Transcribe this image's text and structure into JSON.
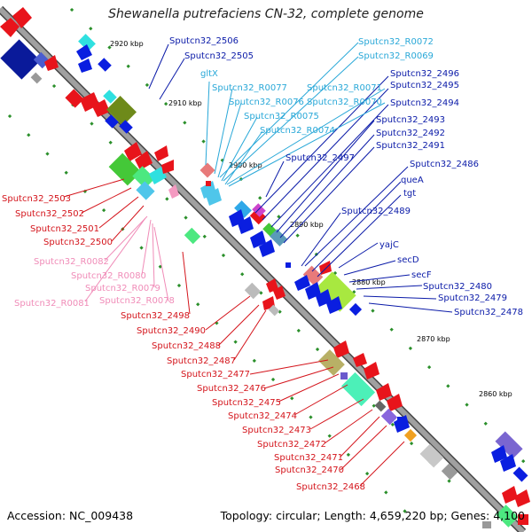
{
  "title": "Shewanella putrefaciens CN-32, complete genome",
  "footer": {
    "accession": "Accession: NC_009438",
    "summary": "Topology: circular; Length: 4,659,220 bp; Genes: 4,100"
  },
  "colors": {
    "backbone": "#8a8a8a",
    "forward_gene": "#e8141b",
    "reverse_gene": "#0a1ee0",
    "trna": "#4fc6ea",
    "misc_rna": "#f49ac1",
    "tick": "#2a8f2a",
    "label_blue": "#0a1aa8",
    "label_red": "#d4141b",
    "label_cyan": "#29a8d8",
    "label_pink": "#f08cb8"
  },
  "scale_labels": [
    "2920 kbp",
    "2910 kbp",
    "2900 kbp",
    "2890 kbp",
    "2880 kbp",
    "2870 kbp",
    "2860 kbp"
  ],
  "labels": {
    "blue": [
      "Sputcn32_2506",
      "Sputcn32_2505",
      "Sputcn32_2497",
      "Sputcn32_2496",
      "Sputcn32_2495",
      "Sputcn32_2494",
      "Sputcn32_2493",
      "Sputcn32_2492",
      "Sputcn32_2491",
      "Sputcn32_2486",
      "queA",
      "tgt",
      "Sputcn32_2489",
      "yajC",
      "secD",
      "secF",
      "Sputcn32_2480",
      "Sputcn32_2479",
      "Sputcn32_2478"
    ],
    "cyan": [
      "Sputcn32_R0072",
      "Sputcn32_R0069",
      "gltX",
      "Sputcn32_R0077",
      "Sputcn32_R0071",
      "Sputcn32_R0076",
      "Sputcn32_R0070",
      "Sputcn32_R0075",
      "Sputcn32_R0074"
    ],
    "red": [
      "Sputcn32_2503",
      "Sputcn32_2502",
      "Sputcn32_2501",
      "Sputcn32_2500",
      "Sputcn32_2498",
      "Sputcn32_2490",
      "Sputcn32_2488",
      "Sputcn32_2487",
      "Sputcn32_2477",
      "Sputcn32_2476",
      "Sputcn32_2475",
      "Sputcn32_2474",
      "Sputcn32_2473",
      "Sputcn32_2472",
      "Sputcn32_2471",
      "Sputcn32_2470",
      "Sputcn32_2468"
    ],
    "pink": [
      "Sputcn32_R0082",
      "Sputcn32_R0080",
      "Sputcn32_R0079",
      "Sputcn32_R0081",
      "Sputcn32_R0078"
    ]
  }
}
